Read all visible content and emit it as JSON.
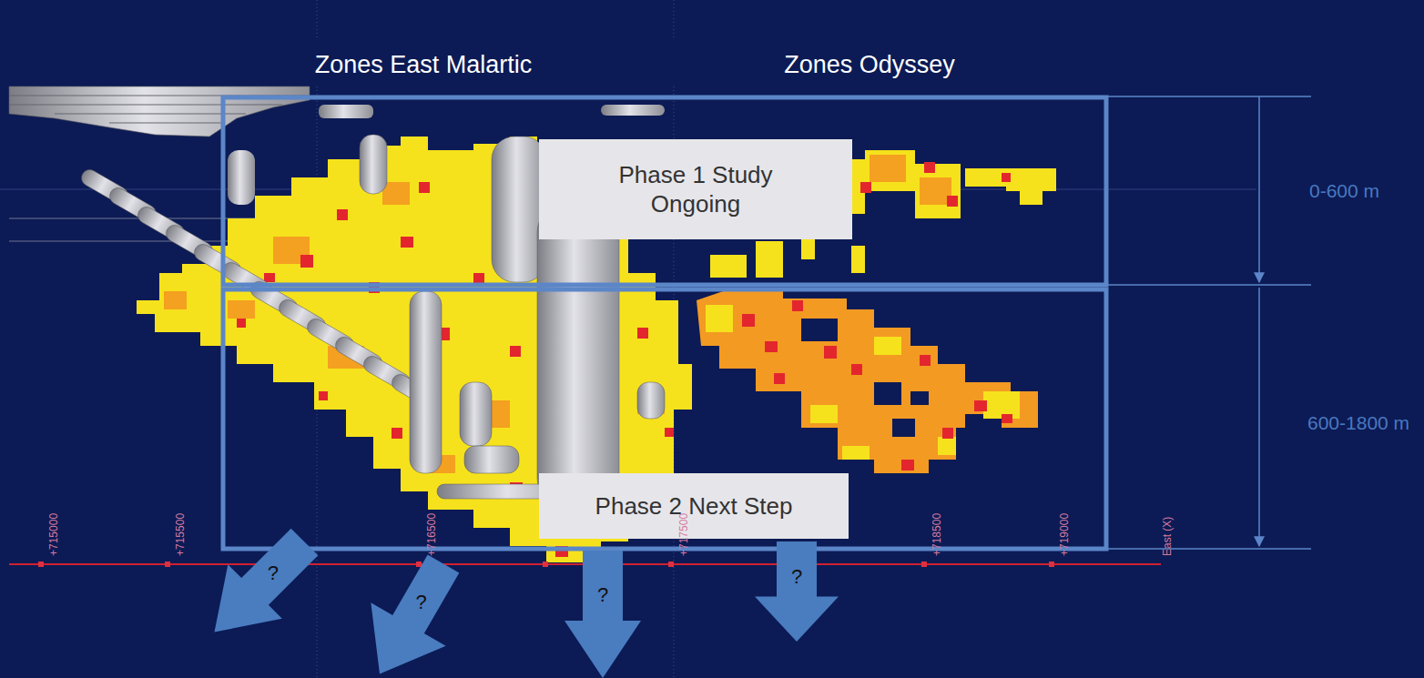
{
  "diagram": {
    "nodes": [
      {
        "text": [
          "Phase 1 Study Ongoing"
        ]
      },
      {
        "text": [
          "Phase 2 Next Step"
        ]
      },
      {
        "text": [
          "?"
        ]
      },
      {
        "text": [
          "?"
        ]
      },
      {
        "text": [
          "?"
        ]
      },
      {
        "text": [
          "?"
        ]
      }
    ],
    "labels": [
      "Zones East Malartic",
      "Zones Odyssey",
      "0-600 m",
      "600-1800 m",
      "+715000",
      "+715500",
      "+716500",
      "+717500",
      "+718500",
      "+719000",
      "East (X)"
    ]
  }
}
